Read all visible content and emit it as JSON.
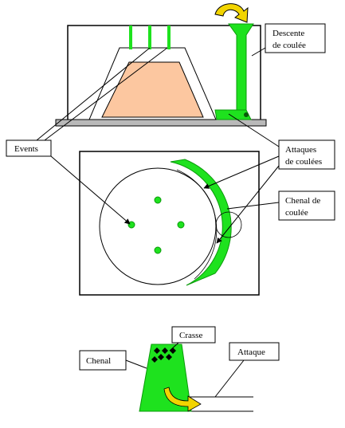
{
  "labels": {
    "descente_line1": "Descente",
    "descente_line2": "de coulée",
    "events": "Events",
    "attaques_line1": "Attaques",
    "attaques_line2": "de coulées",
    "chenal_coulee_line1": "Chenal de",
    "chenal_coulee_line2": "coulée",
    "crasse": "Crasse",
    "attaque": "Attaque",
    "chenal": "Chenal"
  },
  "colors": {
    "green": "#1ee21e",
    "green_dark": "#0a9a0a",
    "pattern": "#fcc7a0",
    "frame": "#000000",
    "base": "#b9b9b9",
    "arrow": "#f2d400",
    "dross": "#000000"
  }
}
